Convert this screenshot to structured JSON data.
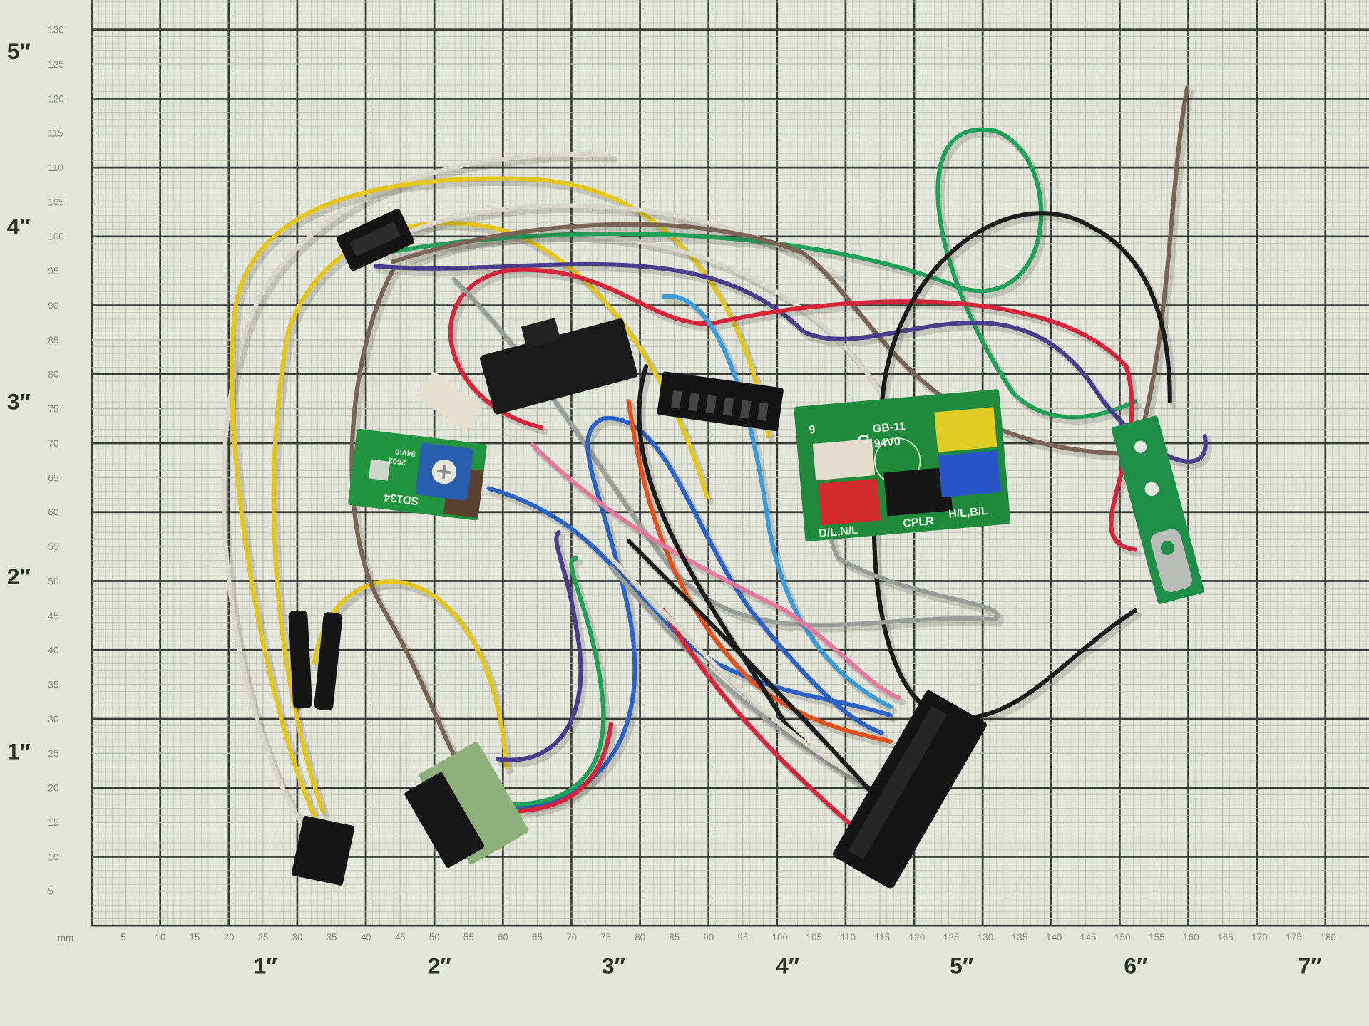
{
  "scene": {
    "paper_color": "#e3e5da",
    "grid_major_color": "#3a3c38",
    "grid_minor_color": "#b9bcb2"
  },
  "ruler": {
    "unit_label": "mm",
    "x_mm_ticks": [
      5,
      10,
      15,
      20,
      25,
      30,
      35,
      40,
      45,
      50,
      55,
      60,
      65,
      70,
      75,
      80,
      85,
      90,
      95,
      100,
      105,
      110,
      115,
      120,
      125,
      130,
      135,
      140,
      145,
      150,
      155,
      160,
      165,
      170,
      175,
      180
    ],
    "y_mm_ticks": [
      5,
      10,
      15,
      20,
      25,
      30,
      35,
      40,
      45,
      50,
      55,
      60,
      65,
      70,
      75,
      80,
      85,
      90,
      95,
      100,
      105,
      110,
      115,
      120,
      125,
      130
    ],
    "x_inch_labels": [
      "1″",
      "2″",
      "3″",
      "4″",
      "5″",
      "6″",
      "7″"
    ],
    "y_inch_labels": [
      "1″",
      "2″",
      "3″",
      "4″",
      "5″"
    ]
  },
  "boards": {
    "distribution": {
      "label_left": "D/L,N/L",
      "label_center": "CPLR",
      "label_right": "H/L,B/L",
      "part_no": "GB-11",
      "rating": "94V0",
      "pin_mark": "9",
      "logo": "G",
      "color": "#1f8a3c"
    },
    "sensor": {
      "part_no": "SD134",
      "code": "2603",
      "rating": "94V-0",
      "color": "#22933f"
    }
  },
  "wire_colors": {
    "yellow": "#e3c51c",
    "white": "#d8d6c8",
    "green": "#21a05a",
    "brown": "#7a6455",
    "purple": "#4a3d8c",
    "red": "#d6263c",
    "blue": "#2a62c8",
    "lightblue": "#3c9ad8",
    "black": "#1b1b1b",
    "gray": "#9a9c9a",
    "orange": "#e2521e",
    "pink": "#e27aa0"
  }
}
